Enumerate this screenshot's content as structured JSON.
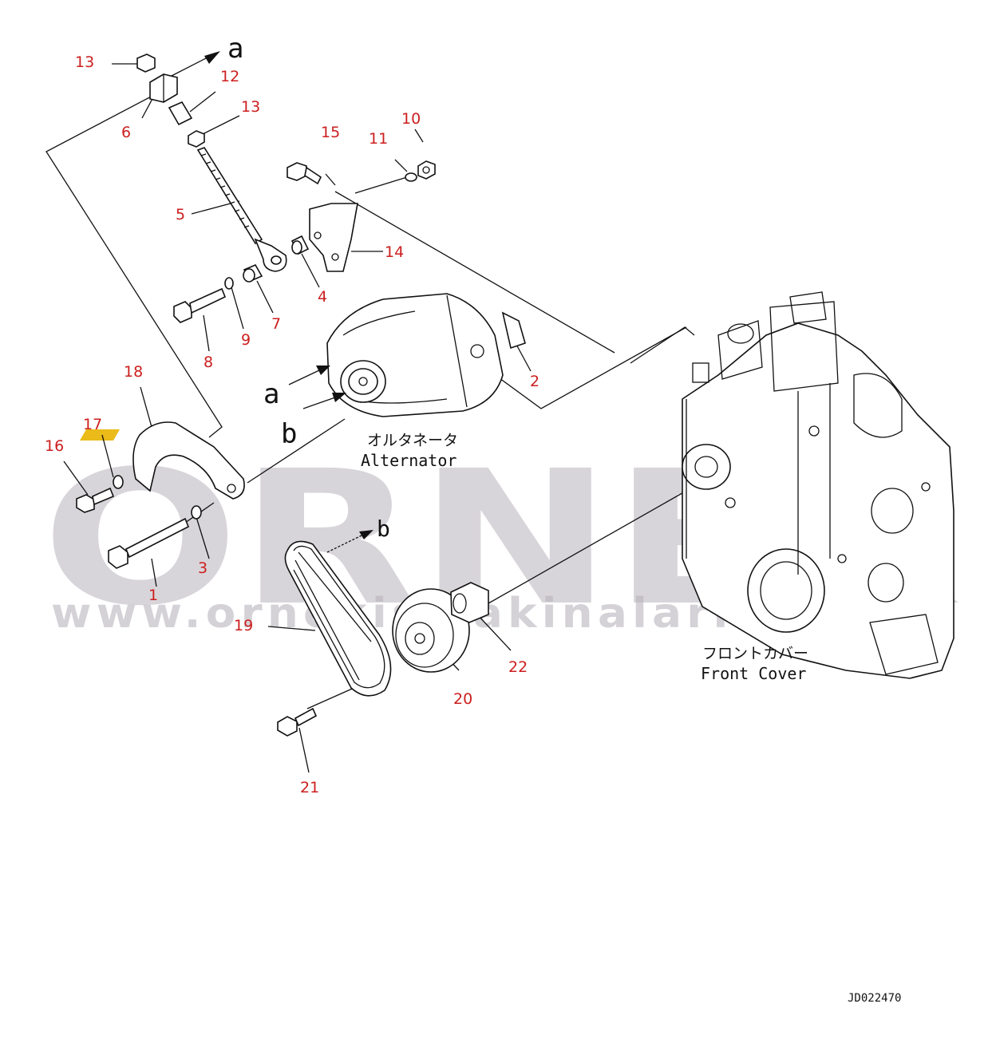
{
  "callouts": [
    {
      "id": "p1",
      "label": "1"
    },
    {
      "id": "p2",
      "label": "2"
    },
    {
      "id": "p3",
      "label": "3"
    },
    {
      "id": "p4",
      "label": "4"
    },
    {
      "id": "p5",
      "label": "5"
    },
    {
      "id": "p6",
      "label": "6"
    },
    {
      "id": "p7",
      "label": "7"
    },
    {
      "id": "p8",
      "label": "8"
    },
    {
      "id": "p9",
      "label": "9"
    },
    {
      "id": "p10",
      "label": "10"
    },
    {
      "id": "p11",
      "label": "11"
    },
    {
      "id": "p12",
      "label": "12"
    },
    {
      "id": "p13a",
      "label": "13"
    },
    {
      "id": "p13b",
      "label": "13"
    },
    {
      "id": "p14",
      "label": "14"
    },
    {
      "id": "p15",
      "label": "15"
    },
    {
      "id": "p16",
      "label": "16"
    },
    {
      "id": "p17",
      "label": "17"
    },
    {
      "id": "p18",
      "label": "18"
    },
    {
      "id": "p19",
      "label": "19"
    },
    {
      "id": "p20",
      "label": "20"
    },
    {
      "id": "p21",
      "label": "21"
    },
    {
      "id": "p22",
      "label": "22"
    }
  ],
  "refs": {
    "a_top": "a",
    "a_alt": "a",
    "b_alt": "b",
    "b_belt": "b"
  },
  "alternator": {
    "jp": "オルタネータ",
    "en": "Alternator"
  },
  "front_cover": {
    "jp": "フロントカバー",
    "en": "Front Cover"
  },
  "drawing_no": "JD022470",
  "watermark": {
    "brand": "ORNEK",
    "url": "www.ornekismakinalari.com.tr"
  },
  "colors": {
    "callout": "#cc1f1f",
    "watermark": "#b9b3bd",
    "accent": "#e8b400",
    "line": "#111111"
  }
}
